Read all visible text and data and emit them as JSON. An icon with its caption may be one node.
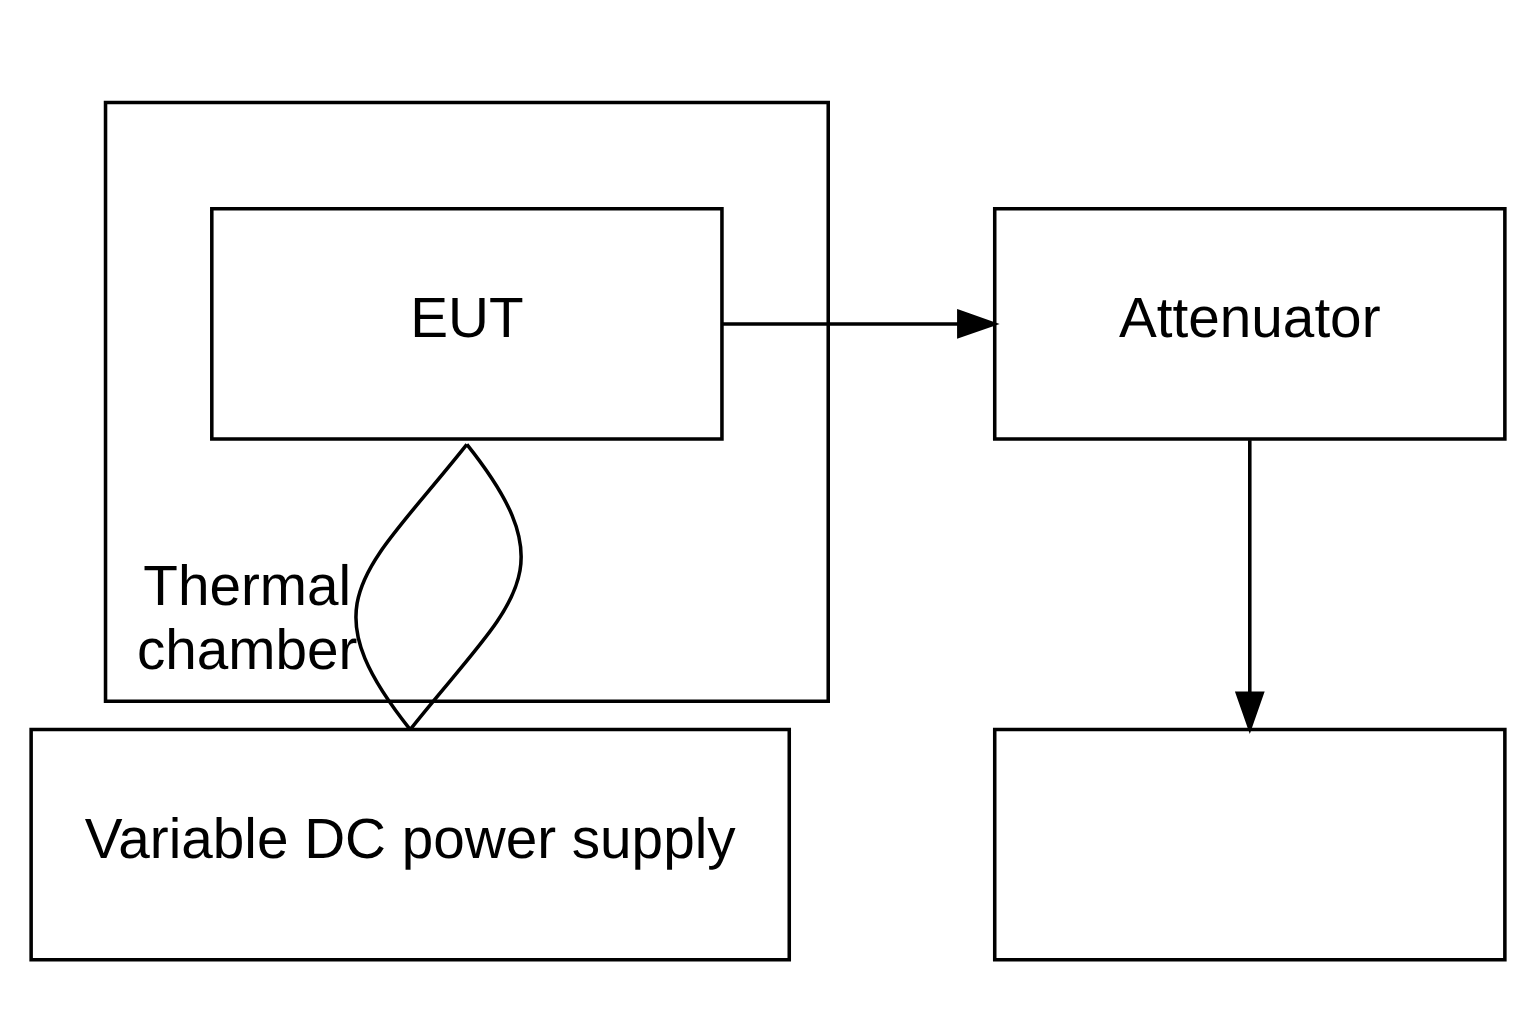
{
  "diagram": {
    "nodes": [
      {
        "text": [
          "Thermal chamber"
        ]
      },
      {
        "text": [
          "EUT"
        ],
        "in": 0
      },
      {
        "text": [
          "Attenuator"
        ]
      },
      {
        "text": [],
        "shape": "box"
      },
      {
        "text": [
          "Variable DC power supply"
        ]
      }
    ],
    "edges": [
      {
        "from": 1,
        "to": 2,
        "arrow": "to"
      },
      {
        "from": 2,
        "to": 3,
        "arrow": "to"
      },
      {
        "from": 1,
        "to": 4,
        "arrow": "none"
      },
      {
        "from": 1,
        "to": 4,
        "arrow": "none"
      }
    ]
  }
}
